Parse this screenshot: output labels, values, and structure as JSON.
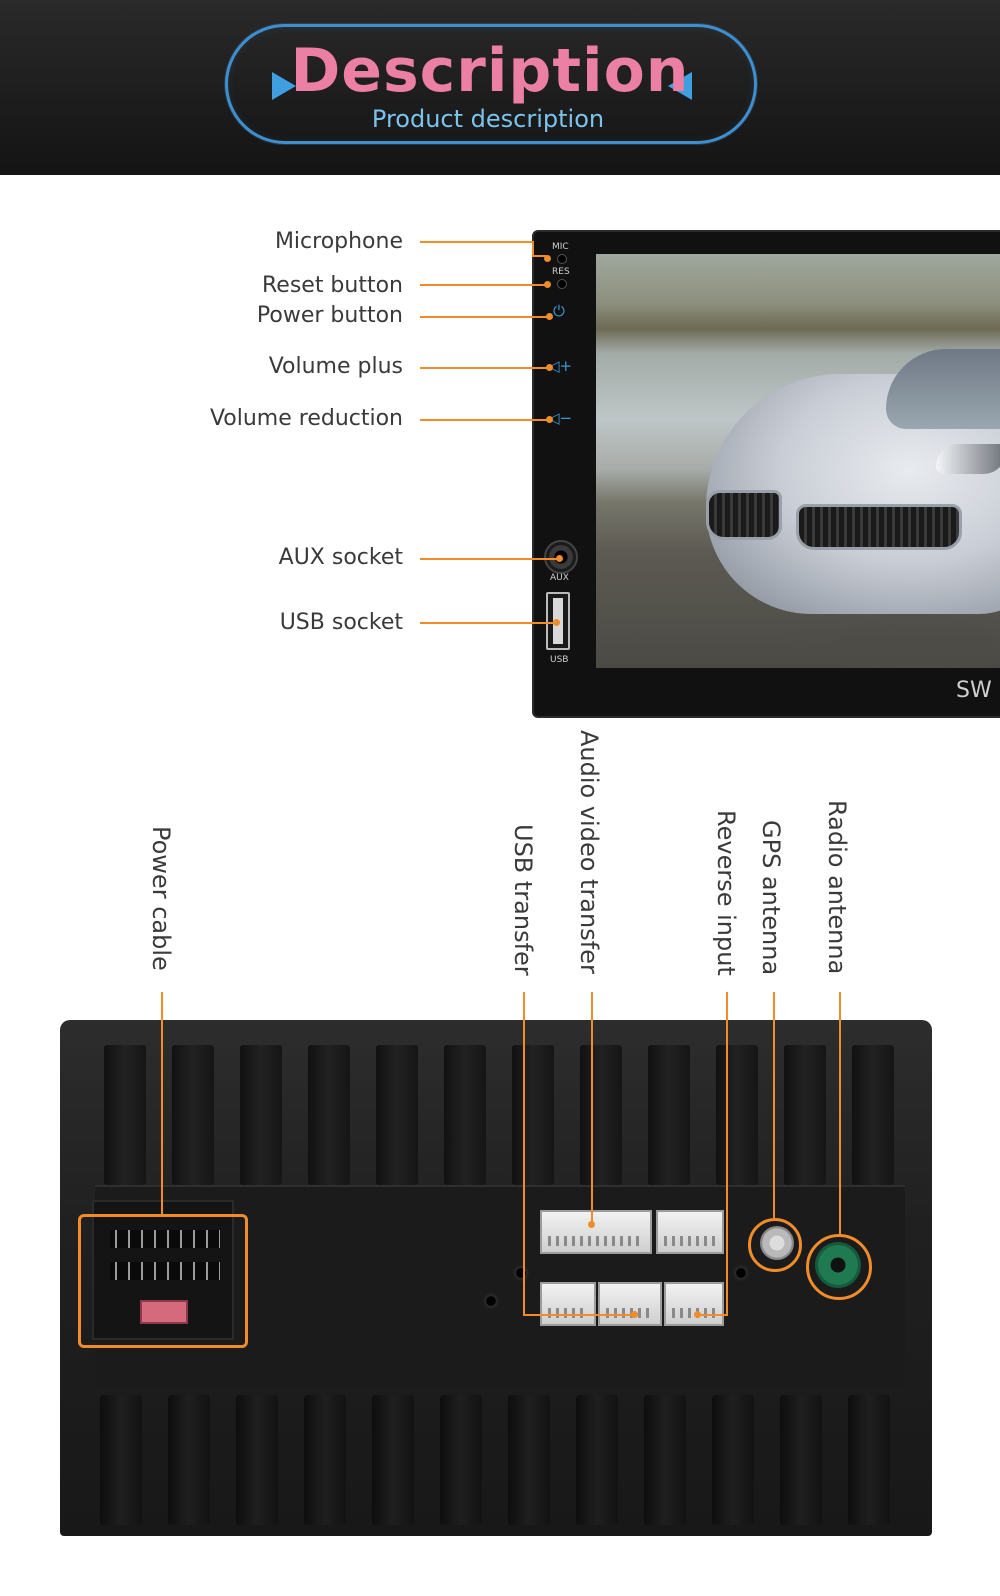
{
  "header": {
    "title": "Description",
    "subtitle": "Product description"
  },
  "front": {
    "labels": {
      "microphone": "Microphone",
      "reset": "Reset button",
      "power": "Power button",
      "volume_plus": "Volume plus",
      "volume_reduction": "Volume reduction",
      "aux": "AUX socket",
      "usb": "USB socket"
    },
    "port_text": {
      "mic": "MIC",
      "res": "RES",
      "aux": "AUX",
      "usb": "USB"
    },
    "brand_partial": "SW"
  },
  "rear": {
    "labels": {
      "power_cable": "Power cable",
      "usb_transfer": "USB transfer",
      "av_transfer": "Audio video transfer",
      "reverse_input": "Reverse input",
      "gps_antenna": "GPS antenna",
      "radio_antenna": "Radio antenna"
    }
  },
  "colors": {
    "accent": "#f08c2a",
    "title_pink": "#ec7fa4",
    "subtitle_blue": "#7cc3ec",
    "pill_blue": "#3f8fcf",
    "icon_blue": "#3a9ad8"
  }
}
